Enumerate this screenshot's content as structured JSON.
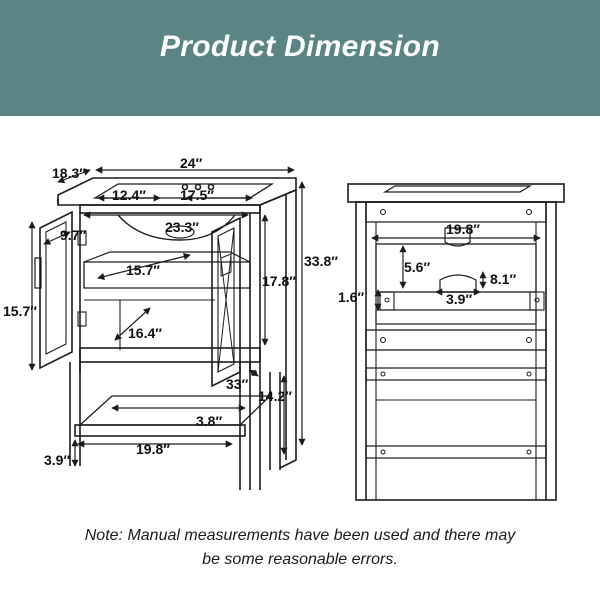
{
  "header": {
    "title": "Product Dimension"
  },
  "colors": {
    "banner": "#5b8584",
    "banner_text": "#ffffff",
    "line": "#1c1c1c"
  },
  "dimensions": {
    "depth": "18.3″",
    "width": "24″",
    "basin_width": "12.4″",
    "top_width": "17.5″",
    "inner_width": "23.3″",
    "door_width": "9.7″",
    "shelf_depth": "15.7″",
    "door_height": "15.7″",
    "inner_height": "17.8″",
    "total_height": "33.8″",
    "cabinet_depth": "16.4″",
    "leg_height": "33″",
    "bottom_height": "14.2″",
    "shelf_gap": "3.8″",
    "base_width": "19.8″",
    "foot_height": "3.9″",
    "back_width": "19.8″",
    "back_height": "5.6″",
    "drain_width": "8.1″",
    "drain_height": "3.9″",
    "hinge_gap": "1.6″"
  },
  "note": {
    "line1": "Note: Manual measurements have been used and there may",
    "line2": "be some reasonable errors."
  }
}
